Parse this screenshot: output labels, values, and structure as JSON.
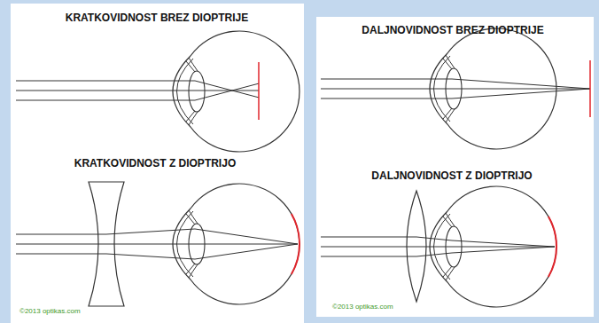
{
  "diagram": {
    "nodes": [
      {
        "text": [
          "KRATKOVIDNOST BREZ DIOPTRIJE",
          "KRATKOVIDNOST Z DIOPTRIJO",
          "©2013 optikas.com"
        ]
      },
      {
        "text": [
          "DALJNOVIDNOST BREZ DIOPTRIJE",
          "DALJNOVIDNOST Z DIOPTRIJO",
          "©2013 optikas.com"
        ]
      }
    ]
  }
}
